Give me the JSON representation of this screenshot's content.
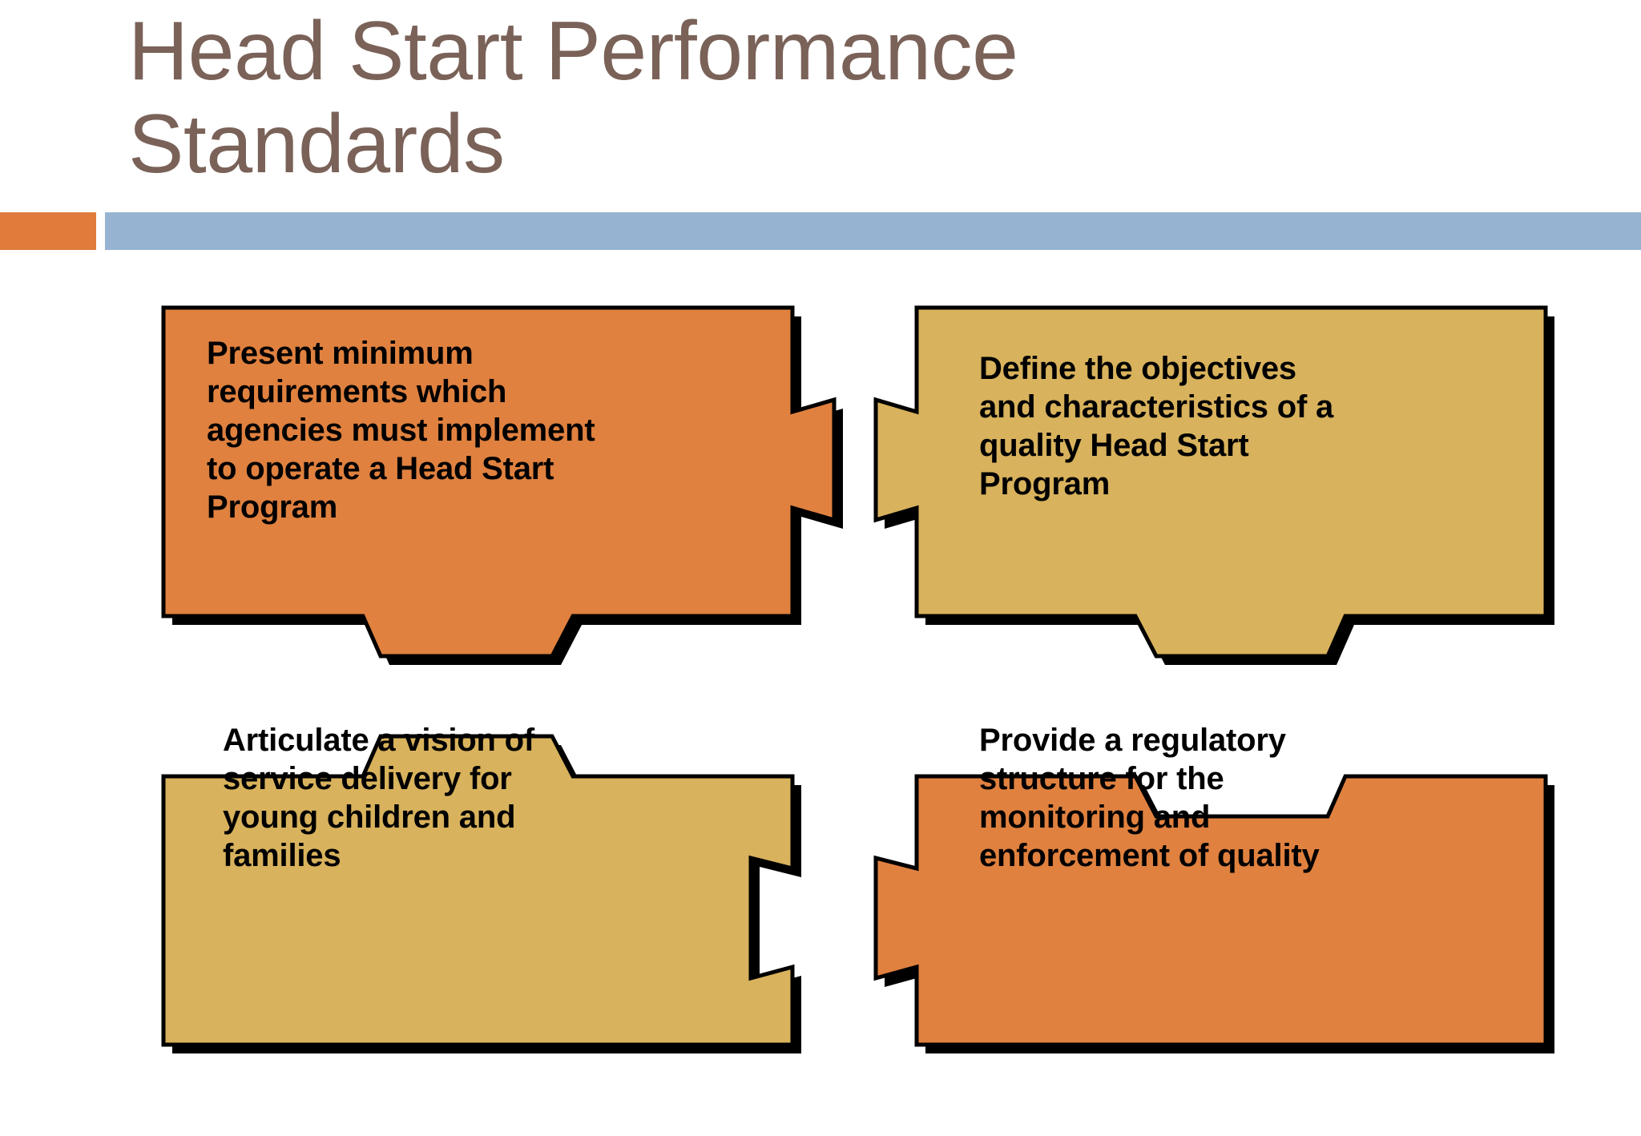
{
  "slide": {
    "title": "Head Start Performance\nStandards",
    "title_color": "#7a6258",
    "background": "#ffffff"
  },
  "accents": {
    "orange_bar_color": "#e07b3c",
    "blue_bar_color": "#96b4d2"
  },
  "diagram": {
    "type": "puzzle",
    "piece_colors": {
      "orange": "#e0813f",
      "yellow": "#d8b25c",
      "outline": "#000000",
      "shadow": "#000000"
    },
    "pieces": [
      {
        "id": "piece-1",
        "position": "top-left",
        "color": "orange",
        "text": "Present minimum\nrequirements which\nagencies must implement\nto operate a Head Start\nProgram",
        "tabs": {
          "right": "out",
          "bottom": "in"
        }
      },
      {
        "id": "piece-2",
        "position": "top-right",
        "color": "yellow",
        "text": "Define the objectives\nand characteristics of a\nquality Head Start\nProgram",
        "tabs": {
          "left": "in",
          "bottom": "out"
        }
      },
      {
        "id": "piece-3",
        "position": "bottom-left",
        "color": "yellow",
        "text": "Articulate a vision of\nservice delivery for\nyoung children and\nfamilies",
        "tabs": {
          "top": "out",
          "right": "in"
        }
      },
      {
        "id": "piece-4",
        "position": "bottom-right",
        "color": "orange",
        "text": "Provide a regulatory\nstructure for the\nmonitoring and\nenforcement of quality",
        "tabs": {
          "top": "in",
          "left": "out"
        }
      }
    ]
  }
}
